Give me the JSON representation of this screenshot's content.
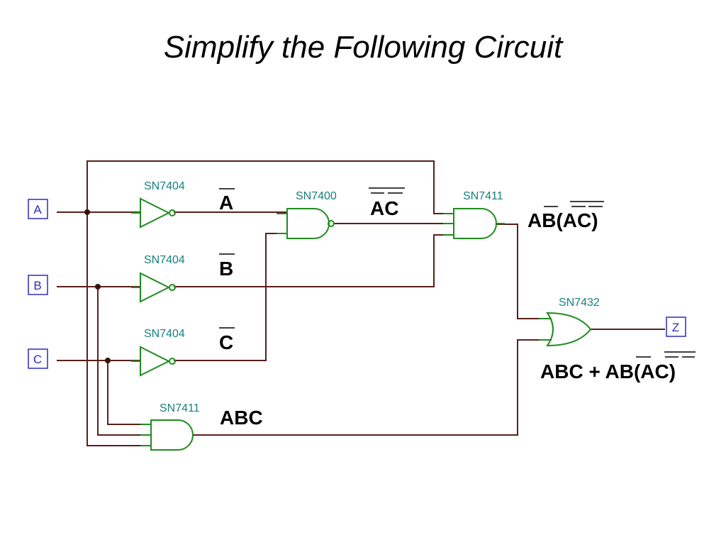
{
  "title": "Simplify the Following Circuit",
  "inputs": [
    "A",
    "B",
    "C"
  ],
  "output": "Z",
  "chips": {
    "not_a": "SN7404",
    "not_b": "SN7404",
    "not_c": "SN7404",
    "nand_ac": "SN7400",
    "and3_top": "SN7411",
    "and3_bottom": "SN7411",
    "or_out": "SN7432"
  },
  "expressions": {
    "a_bar": "A",
    "b_bar": "B",
    "c_bar": "C",
    "ac_nand": "AC",
    "ab_ac": "AB(AC)",
    "abc": "ABC",
    "final": "ABC + AB(AC)"
  },
  "colors": {
    "wire": "#5a1f1a",
    "gate": "#1e8c1e",
    "port": "#2c2cbf",
    "chip_label": "#1a7f7f"
  }
}
